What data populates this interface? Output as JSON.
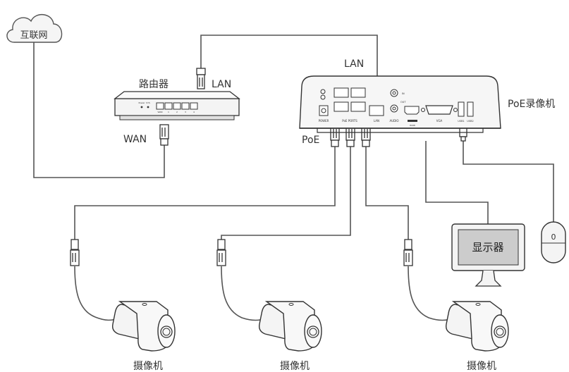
{
  "labels": {
    "internet": "互联网",
    "router": "路由器",
    "router_lan": "LAN",
    "router_wan": "WAN",
    "nvr_lan": "LAN",
    "nvr": "PoE录像机",
    "poe": "PoE",
    "monitor": "显示器",
    "camera": "摄像机",
    "mouse_num": "0"
  },
  "nvr_panel": {
    "power": "POWER",
    "poe_ports": "PoE  PORTS",
    "lan": "LAN",
    "audio": "AUDIO",
    "hdmi": "HDMI",
    "vga": "VGA",
    "usb1": "USB1",
    "usb2": "USB2",
    "in": "IN",
    "out": "OUT"
  },
  "router_panel": {
    "power": "Power",
    "sys": "SYS",
    "wan": "WAN",
    "port_numbers": [
      "1",
      "2",
      "3",
      "4"
    ]
  },
  "colors": {
    "line": "#555555",
    "device": "#f2f2f2",
    "screen": "#cccccc",
    "cloud": "#f5f5f5"
  }
}
